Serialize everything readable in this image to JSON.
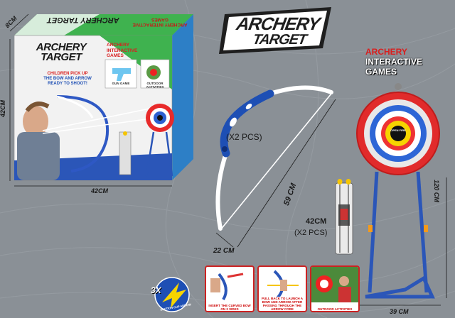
{
  "colors": {
    "background": "#8a9096",
    "title_red": "#d91e1e",
    "blue": "#1e4fb4",
    "box_green": "#2fb14a",
    "box_white": "#f4f4f4"
  },
  "main_logo": {
    "line1": "ARCHERY",
    "line2": "TARGET"
  },
  "headline": {
    "line1": "ARCHERY",
    "line2": "INTERACTIVE",
    "line3": "GAMES"
  },
  "box": {
    "logo_line1": "ARCHERY",
    "logo_line2": "TARGET",
    "logo_top_mirrored": "ARCHERY TARGET",
    "top_side_text": "ARCHERY INTERACTIVE GAMES",
    "headline_line1": "ARCHERY",
    "headline_line2": "INTERACTIVE",
    "headline_line3": "GAMES",
    "tagline_line1": "CHILDREN PICK UP",
    "tagline_line2": "THE BOW AND ARROW",
    "tagline_line3": "READY TO SHOOT!",
    "gun_game_label": "GUN GAME",
    "outdoor_label": "OUTDOOR ACTIVITIES"
  },
  "dimensions": {
    "box_depth": "8CM",
    "box_height": "42CM",
    "box_width": "42CM",
    "bow_pcs": "(X2 PCS)",
    "bow_length": "59 CM",
    "bow_width": "22 CM",
    "arrow_length": "42CM",
    "arrow_pcs": "(X2 PCS)",
    "stand_height": "120 CM",
    "stand_width": "39 CM"
  },
  "target_center_text": "OPEN FIRE",
  "badge": {
    "count": "3X",
    "text": "SUCTION CUP ARROW"
  },
  "steps": [
    {
      "caption": "INSERT THE CURVED BOW ON 2 SIDES"
    },
    {
      "caption": "PULL BACK TO LAUNCH A BOW AND ARROW AFTER PASSING THROUGH THE ARROW CORE"
    },
    {
      "caption": "OUTDOOR ACTIVITIES"
    }
  ]
}
